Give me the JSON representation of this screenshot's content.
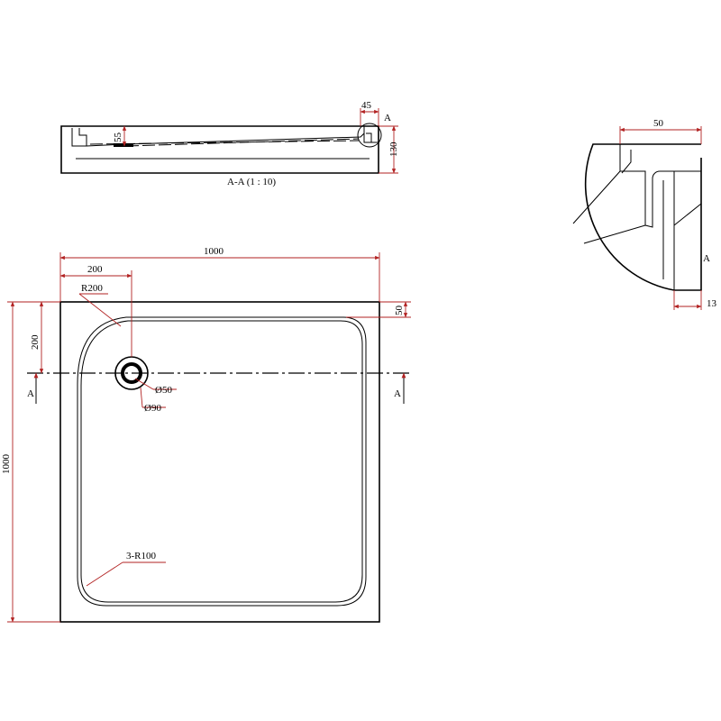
{
  "section": {
    "caption": "A-A (1 : 10)",
    "dim_width_edge": "45",
    "dim_height": "130",
    "dim_drain": "55",
    "marker": "A"
  },
  "detail": {
    "dim_top": "50",
    "dim_side": "13",
    "marker": "A"
  },
  "plan": {
    "dim_overall_width": "1000",
    "dim_overall_height": "1000",
    "dim_drain_x": "200",
    "dim_drain_y": "200",
    "dim_inner_offset": "50",
    "radius_corner": "R200",
    "radius_others": "3-R100",
    "drain_inner": "Ø50",
    "drain_outer": "Ø90",
    "section_marker_left": "A",
    "section_marker_right": "A"
  },
  "colors": {
    "dimension": "#b22222",
    "outline": "#000000"
  }
}
